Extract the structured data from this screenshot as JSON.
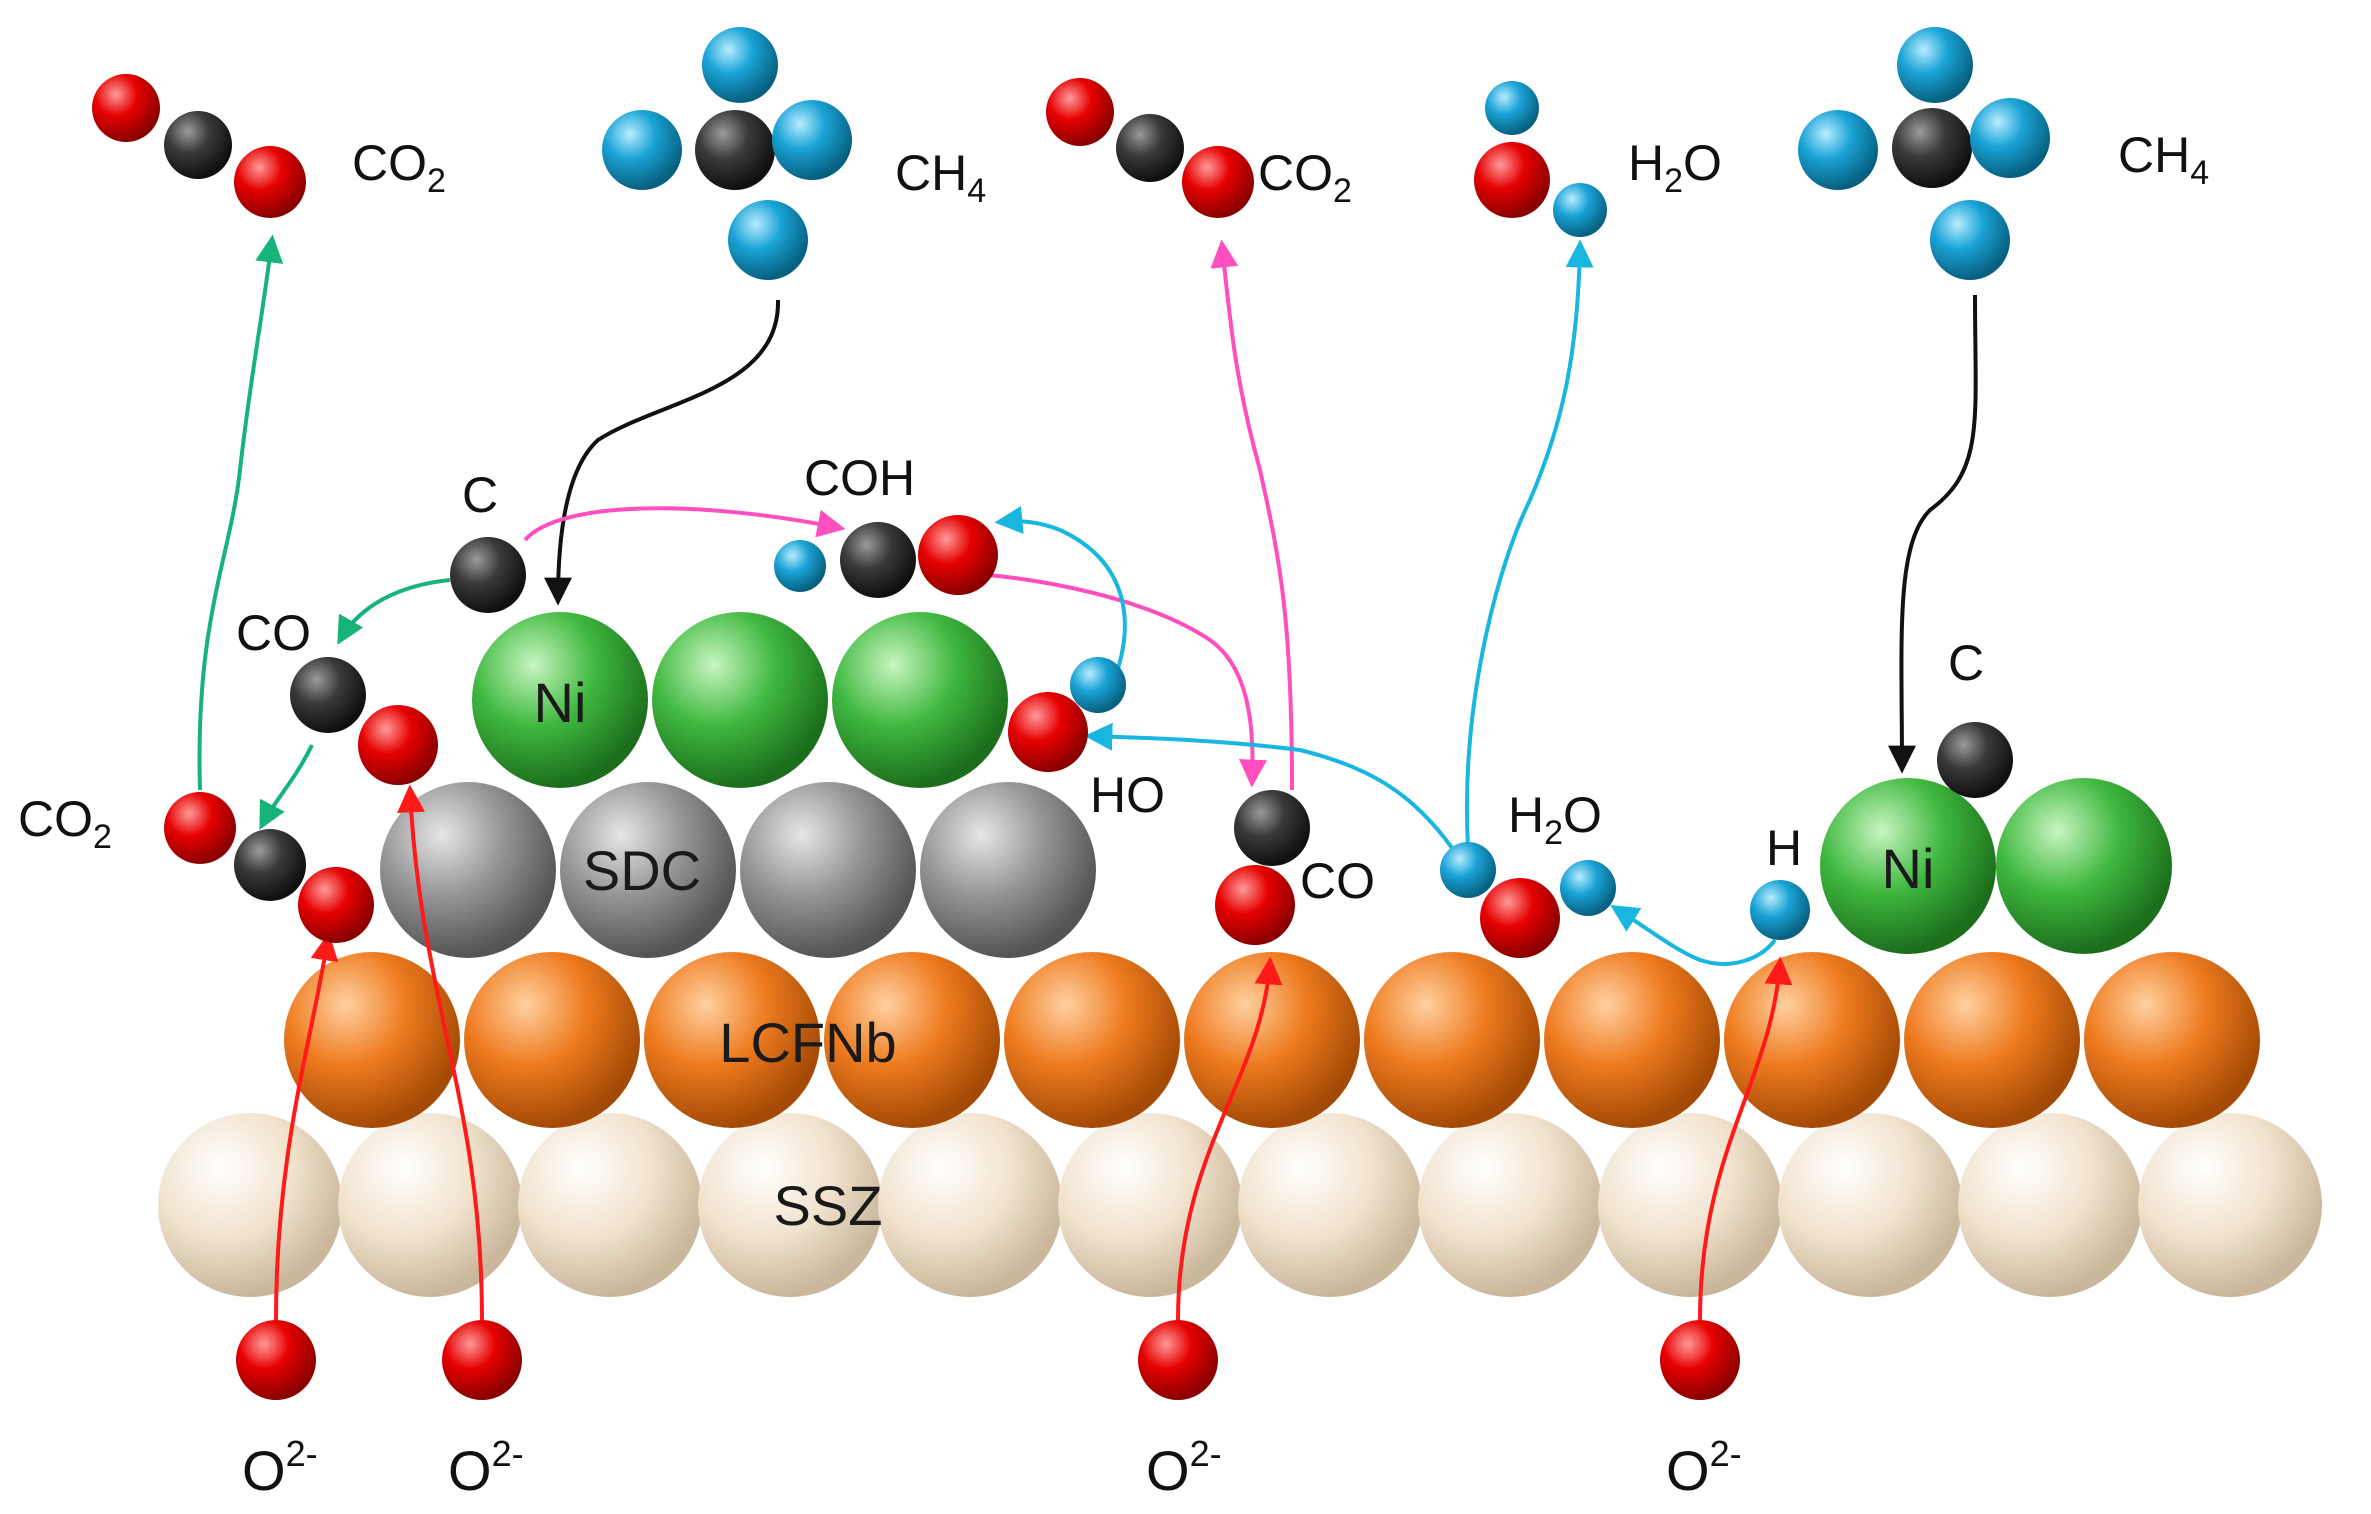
{
  "layers": {
    "ni": "Ni",
    "sdc": "SDC",
    "lcfnb": "LCFNb",
    "ssz": "SSZ"
  },
  "species": {
    "co2_gas_left": {
      "base": "CO",
      "sub": "2"
    },
    "ch4_gas_left": {
      "base": "CH",
      "sub": "4"
    },
    "co2_gas_mid": {
      "base": "CO",
      "sub": "2"
    },
    "h2o_gas": {
      "base": "H",
      "sub": "2",
      "tail": "O"
    },
    "ch4_gas_right": {
      "base": "CH",
      "sub": "4"
    },
    "c_left": "C",
    "coh": "COH",
    "co_left": "CO",
    "co2_surface": {
      "base": "CO",
      "sub": "2"
    },
    "ho": "HO",
    "co_mid": "CO",
    "h2o_surface": {
      "base": "H",
      "sub": "2",
      "tail": "O"
    },
    "h_right": "H",
    "ni_right": "Ni",
    "c_right": "C"
  },
  "oxide_ion": {
    "base": "O",
    "sup": "2-"
  },
  "colors": {
    "oxygen": "#e60000",
    "carbon": "#3a3a3a",
    "hydrogen": "#1aa3d6",
    "nickel": "#3fb83f",
    "sdc": "#8f8f8f",
    "lcfnb": "#ee7a1e",
    "ssz": "#f0dfc8",
    "arrow_red": "#ff1a1a",
    "arrow_green": "#17b47a",
    "arrow_black": "#111111",
    "arrow_pink": "#ff4fbf",
    "arrow_cyan": "#19b6e0"
  }
}
